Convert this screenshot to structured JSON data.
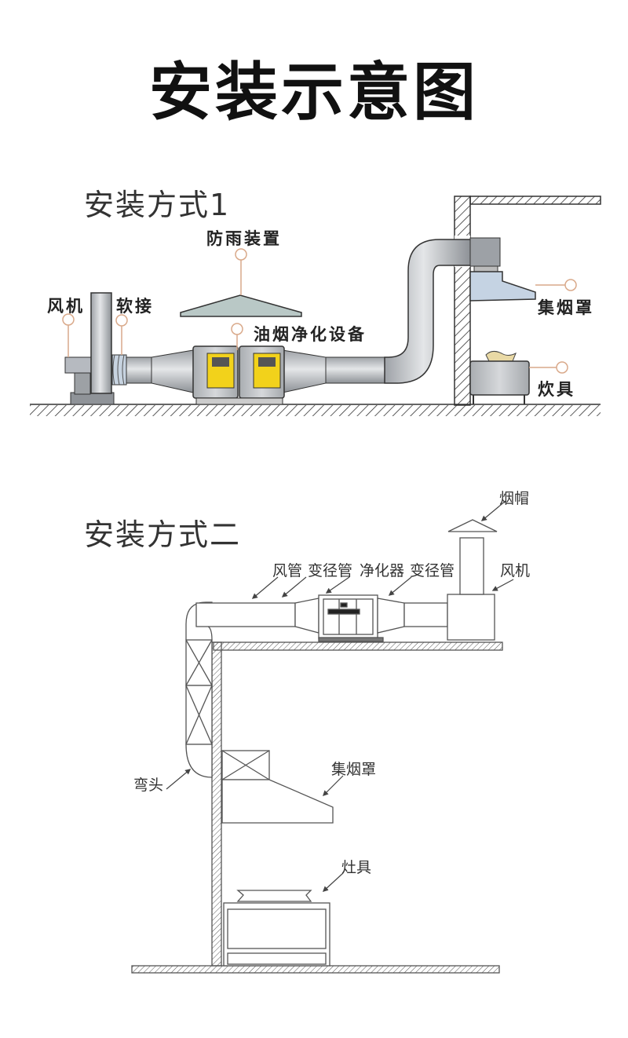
{
  "title": "安装示意图",
  "method1": {
    "heading": "安装方式1",
    "labels": {
      "fan": "风机",
      "flex_joint": "软接",
      "rain_cover": "防雨装置",
      "purifier": "油烟净化设备",
      "hood": "集烟罩",
      "stove": "炊具"
    },
    "colors": {
      "purifier_door": "#f2d21b",
      "duct": "#b9bcc0",
      "leader_line": "#d9a98a"
    }
  },
  "method2": {
    "heading": "安装方式二",
    "labels": {
      "chimney_cap": "烟帽",
      "air_duct": "风管",
      "reducer_in": "变径管",
      "purifier": "净化器",
      "reducer_out": "变径管",
      "fan": "风机",
      "elbow": "弯头",
      "hood": "集烟罩",
      "stove": "灶具"
    }
  }
}
